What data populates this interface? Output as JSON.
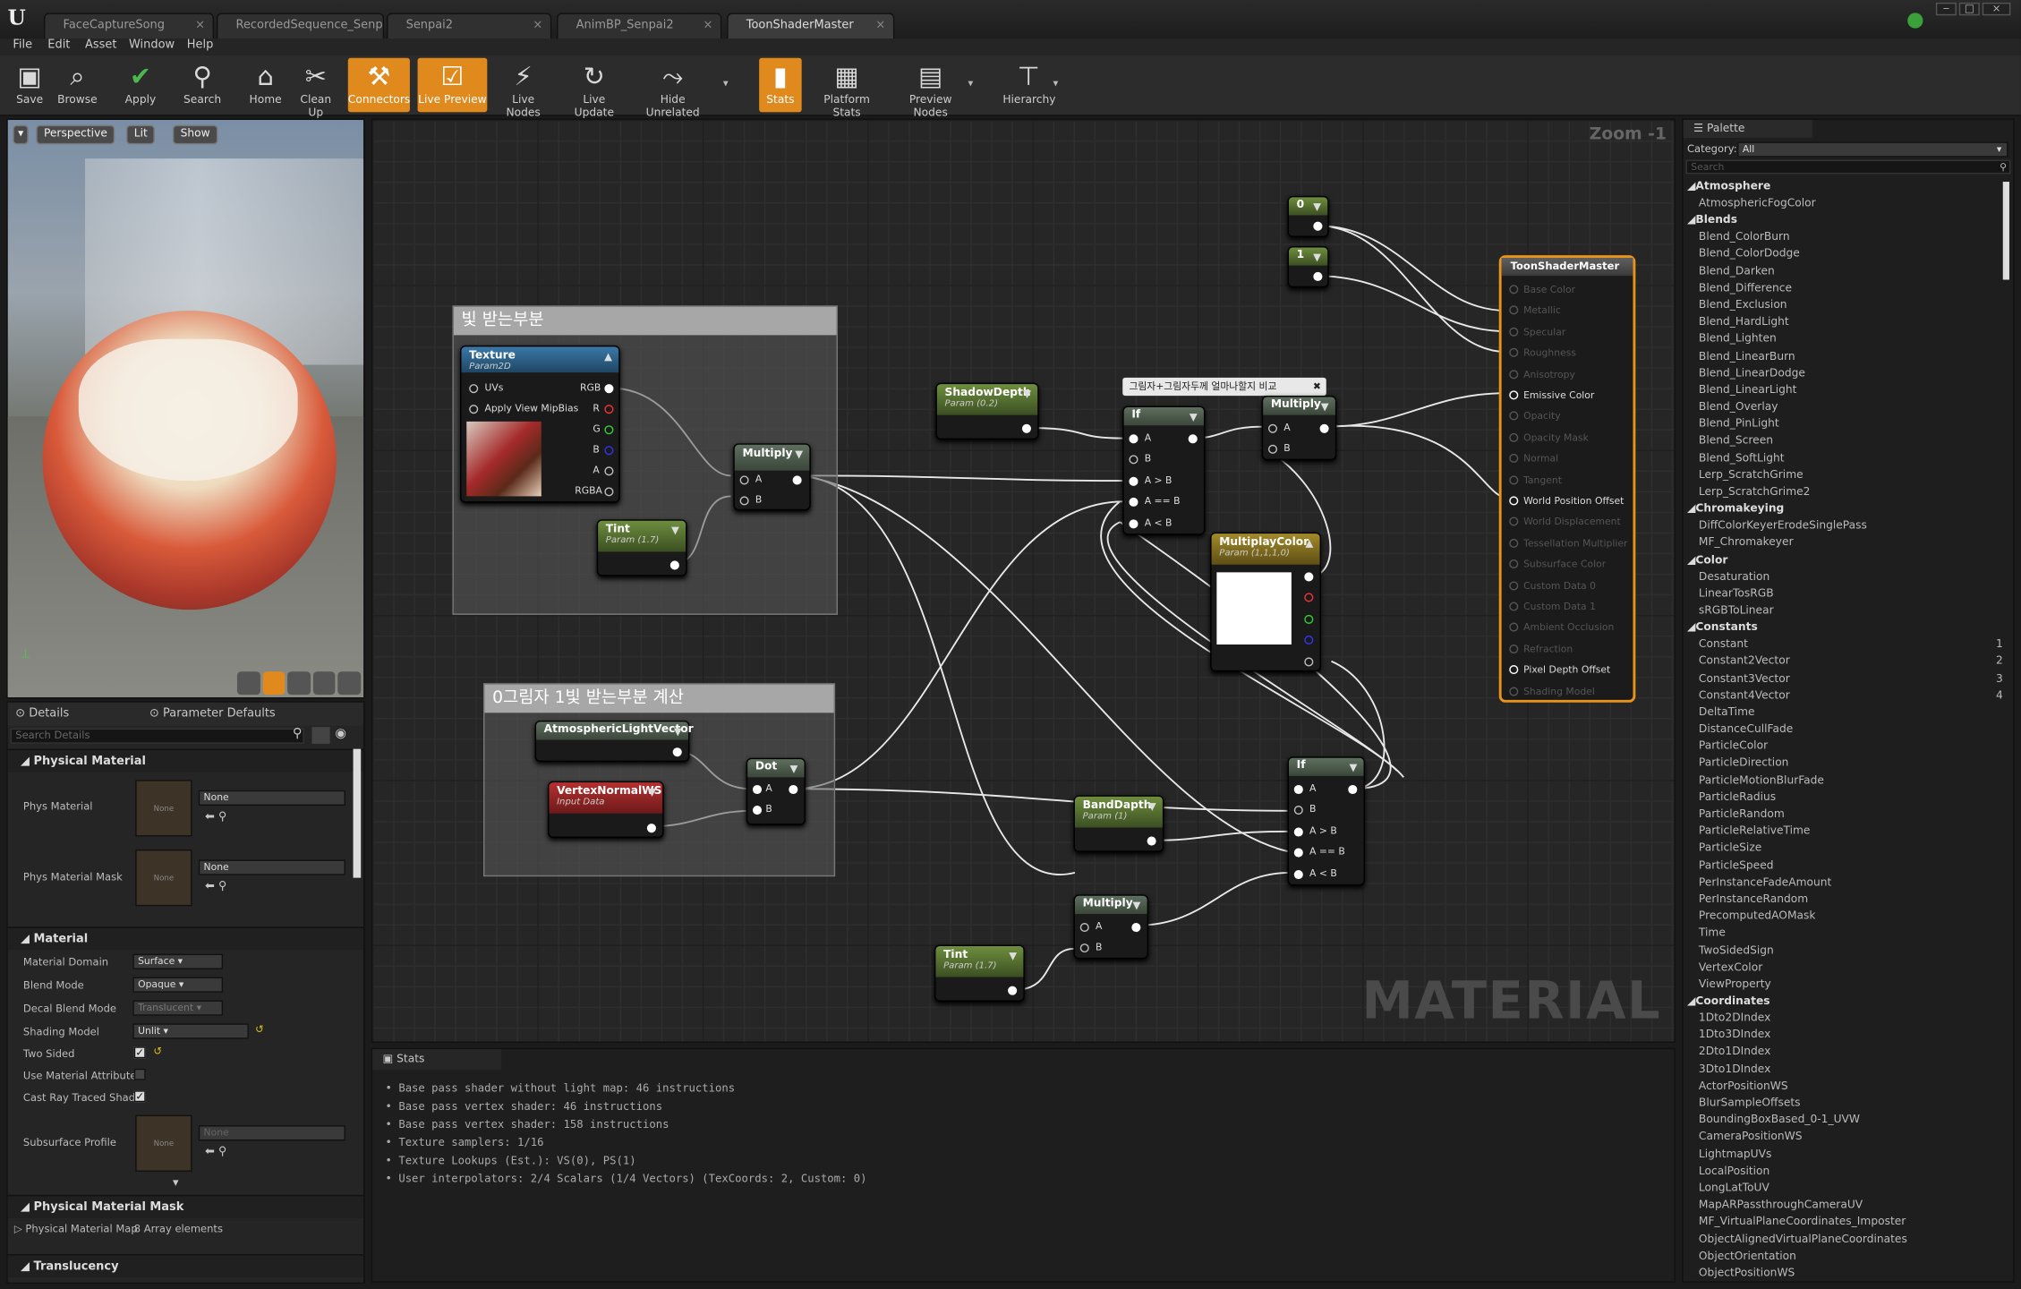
{
  "window": {
    "tabs": [
      "FaceCaptureSong",
      "RecordedSequence_Senpai",
      "Senpai2",
      "AnimBP_Senpai2",
      "ToonShaderMaster"
    ],
    "logo": "U"
  },
  "menu": [
    "File",
    "Edit",
    "Asset",
    "Window",
    "Help"
  ],
  "toolbar": [
    {
      "label": "Save",
      "icon": "save-icon",
      "glyph": "▣"
    },
    {
      "label": "Browse",
      "icon": "browse-icon",
      "glyph": "⌕"
    },
    {
      "label": "Apply",
      "icon": "apply-icon",
      "glyph": "✔"
    },
    {
      "label": "Search",
      "icon": "search-icon",
      "glyph": "⚲"
    },
    {
      "label": "Home",
      "icon": "home-icon",
      "glyph": "⌂"
    },
    {
      "label": "Clean Up",
      "icon": "cleanup-icon",
      "glyph": "✂"
    },
    {
      "label": "Connectors",
      "icon": "connectors-icon",
      "glyph": "⚒"
    },
    {
      "label": "Live Preview",
      "icon": "live-preview-icon",
      "glyph": "☑"
    },
    {
      "label": "Live Nodes",
      "icon": "live-nodes-icon",
      "glyph": "⚡"
    },
    {
      "label": "Live Update",
      "icon": "live-update-icon",
      "glyph": "↻"
    },
    {
      "label": "Hide Unrelated",
      "icon": "hide-unrelated-icon",
      "glyph": "⤳"
    },
    {
      "label": "Stats",
      "icon": "stats-icon",
      "glyph": "▮"
    },
    {
      "label": "Platform Stats",
      "icon": "platform-stats-icon",
      "glyph": "▦"
    },
    {
      "label": "Preview Nodes",
      "icon": "preview-nodes-icon",
      "glyph": "▤"
    },
    {
      "label": "Hierarchy",
      "icon": "hierarchy-icon",
      "glyph": "⊤"
    }
  ],
  "viewport": {
    "perspective": "Perspective",
    "lit": "Lit",
    "show": "Show"
  },
  "details": {
    "tab_details": "Details",
    "tab_params": "Parameter Defaults",
    "search_placeholder": "Search Details",
    "none": "None",
    "sections": {
      "physical_material": "Physical Material",
      "material": "Material",
      "physical_material_mask": "Physical Material Mask",
      "translucency": "Translucency"
    },
    "props": {
      "phys_material": "Phys Material",
      "phys_material_mask": "Phys Material Mask",
      "material_domain": "Material Domain",
      "material_domain_val": "Surface",
      "blend_mode": "Blend Mode",
      "blend_mode_val": "Opaque",
      "decal_blend_mode": "Decal Blend Mode",
      "decal_blend_mode_val": "Translucent",
      "shading_model": "Shading Model",
      "shading_model_val": "Unlit",
      "two_sided": "Two Sided",
      "use_material_attributes": "Use Material Attributes",
      "cast_ray_traced": "Cast Ray Traced Shado",
      "subsurface_profile": "Subsurface Profile",
      "physical_material_map": "Physical Material Map",
      "physical_material_map_val": "8 Array elements"
    }
  },
  "graph": {
    "zoom": "Zoom -1",
    "watermark": "MATERIAL",
    "comment1": "빛 받는부분",
    "comment2": "0그림자 1빛 받는부분 계산",
    "comment_if": "그림자+그림자두께 얼마나할지 비교",
    "texture": {
      "title": "Texture",
      "sub": "Param2D",
      "uvs": "UVs",
      "mip": "Apply View MipBias",
      "rgb": "RGB",
      "r": "R",
      "g": "G",
      "b": "B",
      "a": "A",
      "rgba": "RGBA"
    },
    "multiply": "Multiply",
    "tint": {
      "title": "Tint",
      "sub": "Param (1.7)"
    },
    "shadow_depth": {
      "title": "ShadowDepth",
      "sub": "Param (0.2)"
    },
    "if": "If",
    "multiplay_color": {
      "title": "MultiplayColor",
      "sub": "Param (1,1,1,0)"
    },
    "band_depth": {
      "title": "BandDapth",
      "sub": "Param (1)"
    },
    "atmospheric": "AtmosphericLightVector",
    "vertex_normal": {
      "title": "VertexNormalWS",
      "sub": "Input Data"
    },
    "dot": "Dot",
    "const0": "0",
    "const1": "1",
    "pin_a": "A",
    "pin_b": "B",
    "pin_agtb": "A > B",
    "pin_aeqb": "A == B",
    "pin_altb": "A < B",
    "master_title": "ToonShaderMaster",
    "master_pins": [
      {
        "label": "Base Color",
        "active": false
      },
      {
        "label": "Metallic",
        "active": false
      },
      {
        "label": "Specular",
        "active": false
      },
      {
        "label": "Roughness",
        "active": false
      },
      {
        "label": "Anisotropy",
        "active": false
      },
      {
        "label": "Emissive Color",
        "active": true
      },
      {
        "label": "Opacity",
        "active": false
      },
      {
        "label": "Opacity Mask",
        "active": false
      },
      {
        "label": "Normal",
        "active": false
      },
      {
        "label": "Tangent",
        "active": false
      },
      {
        "label": "World Position Offset",
        "active": true
      },
      {
        "label": "World Displacement",
        "active": false
      },
      {
        "label": "Tessellation Multiplier",
        "active": false
      },
      {
        "label": "Subsurface Color",
        "active": false
      },
      {
        "label": "Custom Data 0",
        "active": false
      },
      {
        "label": "Custom Data 1",
        "active": false
      },
      {
        "label": "Ambient Occlusion",
        "active": false
      },
      {
        "label": "Refraction",
        "active": false
      },
      {
        "label": "Pixel Depth Offset",
        "active": true
      },
      {
        "label": "Shading Model",
        "active": false
      }
    ]
  },
  "stats": {
    "tab": "Stats",
    "lines": [
      "Base pass shader without light map: 46 instructions",
      "Base pass vertex shader: 46 instructions",
      "Base pass vertex shader: 158 instructions",
      "Texture samplers: 1/16",
      "Texture Lookups (Est.): VS(0), PS(1)",
      "User interpolators: 2/4 Scalars (1/4 Vectors) (TexCoords: 2, Custom: 0)"
    ]
  },
  "palette": {
    "tab": "Palette",
    "category_label": "Category:",
    "category_val": "All",
    "search_placeholder": "Search",
    "items": [
      {
        "t": "c",
        "label": "Atmosphere"
      },
      {
        "t": "i",
        "label": "AtmosphericFogColor"
      },
      {
        "t": "c",
        "label": "Blends"
      },
      {
        "t": "i",
        "label": "Blend_ColorBurn"
      },
      {
        "t": "i",
        "label": "Blend_ColorDodge"
      },
      {
        "t": "i",
        "label": "Blend_Darken"
      },
      {
        "t": "i",
        "label": "Blend_Difference"
      },
      {
        "t": "i",
        "label": "Blend_Exclusion"
      },
      {
        "t": "i",
        "label": "Blend_HardLight"
      },
      {
        "t": "i",
        "label": "Blend_Lighten"
      },
      {
        "t": "i",
        "label": "Blend_LinearBurn"
      },
      {
        "t": "i",
        "label": "Blend_LinearDodge"
      },
      {
        "t": "i",
        "label": "Blend_LinearLight"
      },
      {
        "t": "i",
        "label": "Blend_Overlay"
      },
      {
        "t": "i",
        "label": "Blend_PinLight"
      },
      {
        "t": "i",
        "label": "Blend_Screen"
      },
      {
        "t": "i",
        "label": "Blend_SoftLight"
      },
      {
        "t": "i",
        "label": "Lerp_ScratchGrime"
      },
      {
        "t": "i",
        "label": "Lerp_ScratchGrime2"
      },
      {
        "t": "c",
        "label": "Chromakeying"
      },
      {
        "t": "i",
        "label": "DiffColorKeyerErodeSinglePass"
      },
      {
        "t": "i",
        "label": "MF_Chromakeyer"
      },
      {
        "t": "c",
        "label": "Color"
      },
      {
        "t": "i",
        "label": "Desaturation"
      },
      {
        "t": "i",
        "label": "LinearTosRGB"
      },
      {
        "t": "i",
        "label": "sRGBToLinear"
      },
      {
        "t": "c",
        "label": "Constants"
      },
      {
        "t": "i",
        "label": "Constant",
        "n": "1"
      },
      {
        "t": "i",
        "label": "Constant2Vector",
        "n": "2"
      },
      {
        "t": "i",
        "label": "Constant3Vector",
        "n": "3"
      },
      {
        "t": "i",
        "label": "Constant4Vector",
        "n": "4"
      },
      {
        "t": "i",
        "label": "DeltaTime"
      },
      {
        "t": "i",
        "label": "DistanceCullFade"
      },
      {
        "t": "i",
        "label": "ParticleColor"
      },
      {
        "t": "i",
        "label": "ParticleDirection"
      },
      {
        "t": "i",
        "label": "ParticleMotionBlurFade"
      },
      {
        "t": "i",
        "label": "ParticleRadius"
      },
      {
        "t": "i",
        "label": "ParticleRandom"
      },
      {
        "t": "i",
        "label": "ParticleRelativeTime"
      },
      {
        "t": "i",
        "label": "ParticleSize"
      },
      {
        "t": "i",
        "label": "ParticleSpeed"
      },
      {
        "t": "i",
        "label": "PerInstanceFadeAmount"
      },
      {
        "t": "i",
        "label": "PerInstanceRandom"
      },
      {
        "t": "i",
        "label": "PrecomputedAOMask"
      },
      {
        "t": "i",
        "label": "Time"
      },
      {
        "t": "i",
        "label": "TwoSidedSign"
      },
      {
        "t": "i",
        "label": "VertexColor"
      },
      {
        "t": "i",
        "label": "ViewProperty"
      },
      {
        "t": "c",
        "label": "Coordinates"
      },
      {
        "t": "i",
        "label": "1Dto2DIndex"
      },
      {
        "t": "i",
        "label": "1Dto3DIndex"
      },
      {
        "t": "i",
        "label": "2Dto1DIndex"
      },
      {
        "t": "i",
        "label": "3Dto1DIndex"
      },
      {
        "t": "i",
        "label": "ActorPositionWS"
      },
      {
        "t": "i",
        "label": "BlurSampleOffsets"
      },
      {
        "t": "i",
        "label": "BoundingBoxBased_0-1_UVW"
      },
      {
        "t": "i",
        "label": "CameraPositionWS"
      },
      {
        "t": "i",
        "label": "LightmapUVs"
      },
      {
        "t": "i",
        "label": "LocalPosition"
      },
      {
        "t": "i",
        "label": "LongLatToUV"
      },
      {
        "t": "i",
        "label": "MapARPassthroughCameraUV"
      },
      {
        "t": "i",
        "label": "MF_VirtualPlaneCoordinates_Imposter"
      },
      {
        "t": "i",
        "label": "ObjectAlignedVirtualPlaneCoordinates"
      },
      {
        "t": "i",
        "label": "ObjectOrientation"
      },
      {
        "t": "i",
        "label": "ObjectPositionWS"
      }
    ]
  },
  "colors": {
    "accent": "#e08a1e",
    "node_green": "#6e8e3e",
    "node_blue": "#3a78a8",
    "node_red": "#b53030",
    "node_yellow": "#a28a2a",
    "master_border": "#e8941a"
  }
}
